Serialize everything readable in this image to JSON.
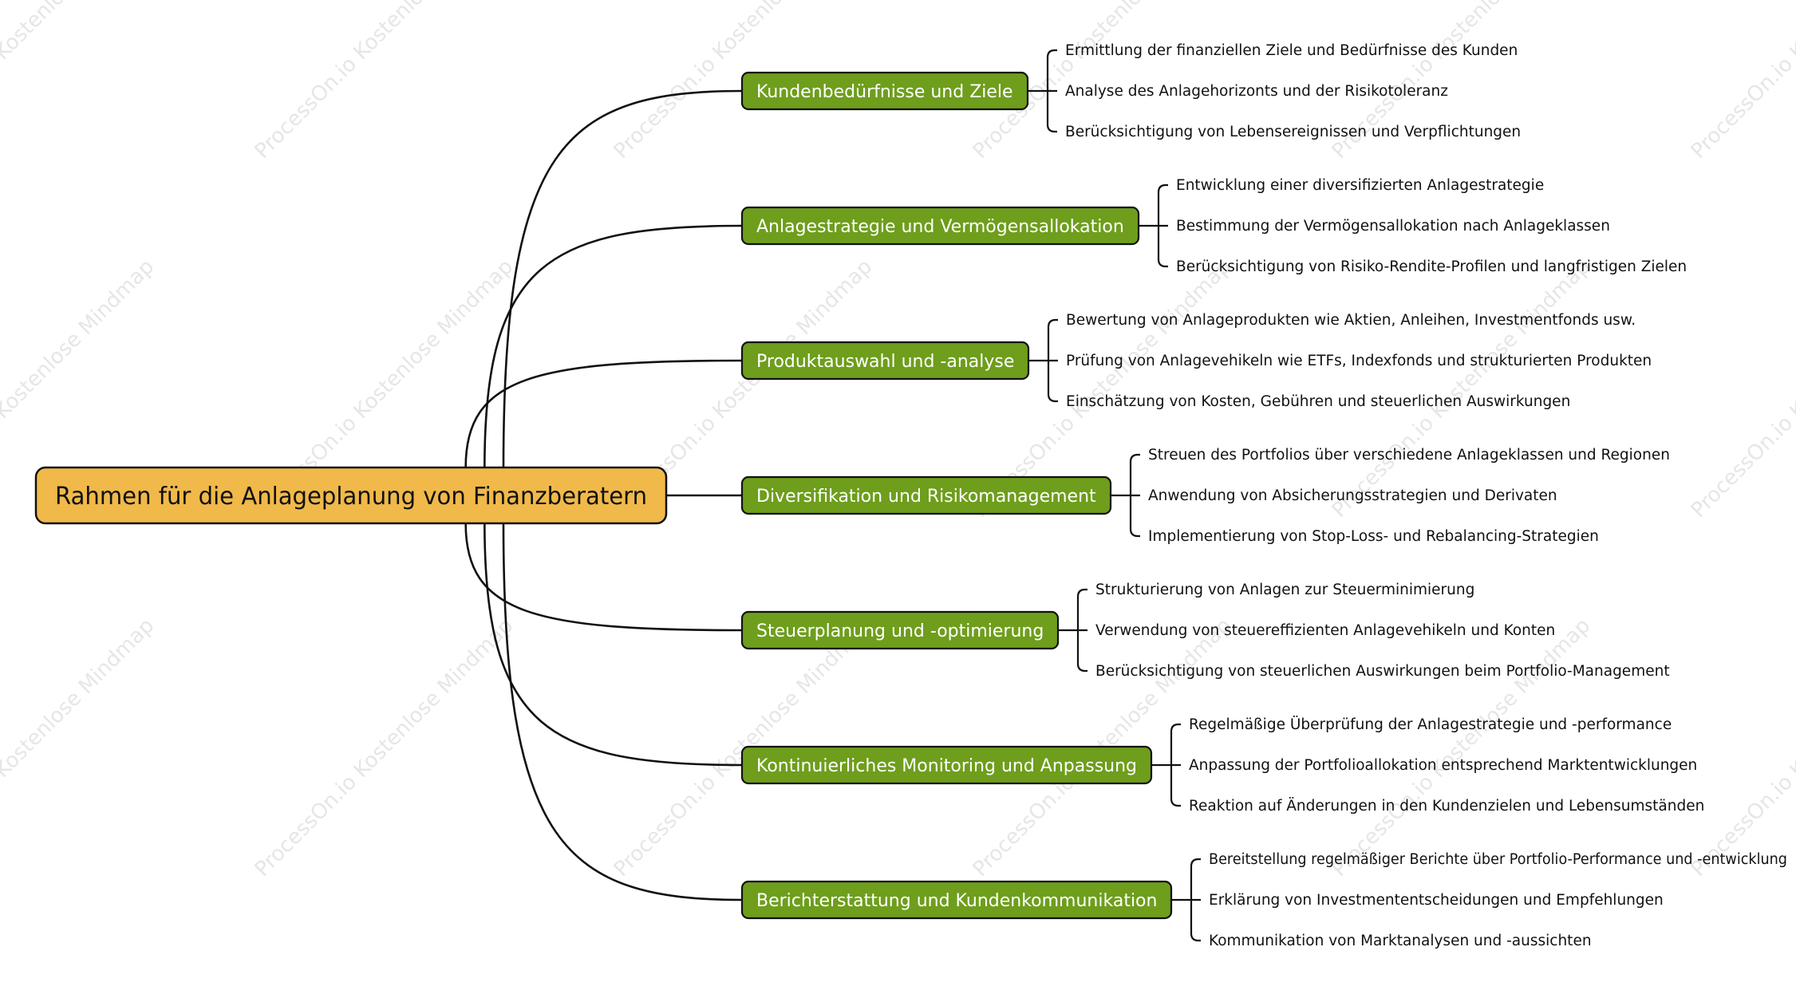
{
  "watermark": "ProcessOn.io Kostenlose Mindmap",
  "root": {
    "label": "Rahmen für die Anlageplanung von Finanzberatern"
  },
  "colors": {
    "root_fill": "#F0B94A",
    "branch_fill": "#6E9E1C",
    "line": "#111111",
    "watermark": "#E6E6E6"
  },
  "branches": [
    {
      "label": "Kundenbedürfnisse und Ziele",
      "children": [
        "Ermittlung der finanziellen Ziele und Bedürfnisse des Kunden",
        "Analyse des Anlagehorizonts und der Risikotoleranz",
        "Berücksichtigung von Lebensereignissen und Verpflichtungen"
      ]
    },
    {
      "label": "Anlagestrategie und Vermögensallokation",
      "children": [
        "Entwicklung einer diversifizierten Anlagestrategie",
        "Bestimmung der Vermögensallokation nach Anlageklassen",
        "Berücksichtigung von Risiko-Rendite-Profilen und langfristigen Zielen"
      ]
    },
    {
      "label": "Produktauswahl und -analyse",
      "children": [
        "Bewertung von Anlageprodukten wie Aktien, Anleihen, Investmentfonds usw.",
        "Prüfung von Anlagevehikeln wie ETFs, Indexfonds und strukturierten Produkten",
        "Einschätzung von Kosten, Gebühren und steuerlichen Auswirkungen"
      ]
    },
    {
      "label": "Diversifikation und Risikomanagement",
      "children": [
        "Streuen des Portfolios über verschiedene Anlageklassen und Regionen",
        "Anwendung von Absicherungsstrategien und Derivaten",
        "Implementierung von Stop-Loss- und Rebalancing-Strategien"
      ]
    },
    {
      "label": "Steuerplanung und -optimierung",
      "children": [
        "Strukturierung von Anlagen zur Steuerminimierung",
        "Verwendung von steuereffizienten Anlagevehikeln und Konten",
        "Berücksichtigung von steuerlichen Auswirkungen beim Portfolio-Management"
      ]
    },
    {
      "label": "Kontinuierliches Monitoring und Anpassung",
      "children": [
        "Regelmäßige Überprüfung der Anlagestrategie und -performance",
        "Anpassung der Portfolioallokation entsprechend Marktentwicklungen",
        "Reaktion auf Änderungen in den Kundenzielen und Lebensumständen"
      ]
    },
    {
      "label": "Berichterstattung und Kundenkommunikation",
      "children": [
        "Bereitstellung regelmäßiger Berichte über Portfolio-Performance und -entwicklung",
        "Erklärung von Investmententscheidungen und Empfehlungen",
        "Kommunikation von Marktanalysen und -aussichten"
      ]
    }
  ]
}
